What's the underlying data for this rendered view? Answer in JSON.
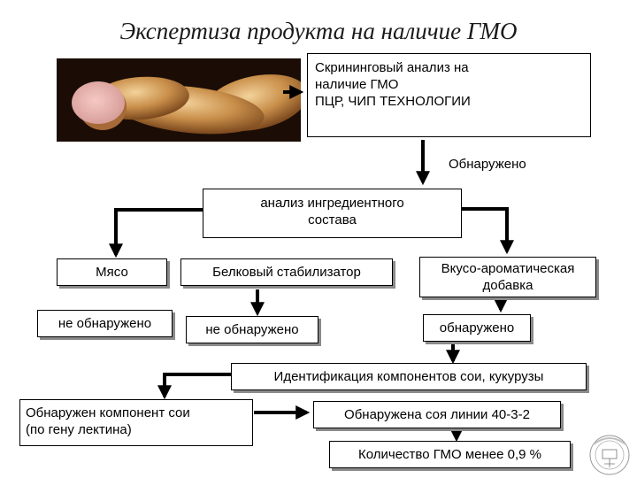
{
  "title": "Экспертиза продукта на наличие ГМО",
  "boxes": {
    "screening_line1": "Скрининговый анализ на",
    "screening_line2": "наличие ГМО",
    "screening_line3": "ПЦР, ЧИП ТЕХНОЛОГИИ",
    "detected_label": "Обнаружено",
    "ingredient_line1": "анализ ингредиентного",
    "ingredient_line2": "состава",
    "meat": "Мясо",
    "protein_stabilizer": "Белковый стабилизатор",
    "flavor_line1": "Вкусо-ароматическая",
    "flavor_line2": "добавка",
    "meat_result": "не обнаружено",
    "protein_result": "не обнаружено",
    "flavor_result": "обнаружено",
    "identification": "Идентификация компонентов сои, кукурузы",
    "lectin_line1": "Обнаружен компонент сои",
    "lectin_line2": "(по гену лектина)",
    "soy_line": "Обнаружена соя линии 40-3-2",
    "gmo_amount": "Количество ГМО менее 0,9 %"
  },
  "colors": {
    "arrow": "#000000",
    "shadow": "#8a8a8a",
    "photo_bg": "#1b0d06"
  },
  "icons": {
    "photo": "sausage-photo",
    "logo": "seal-logo"
  }
}
